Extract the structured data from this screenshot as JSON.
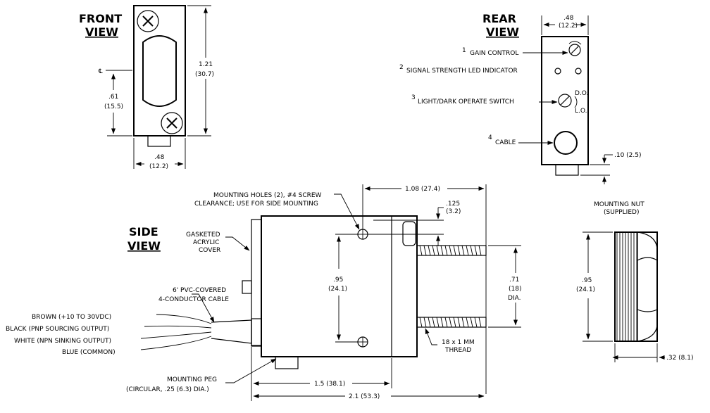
{
  "front_view": {
    "title_line1": "FRONT",
    "title_line2": "VIEW",
    "centerline_symbol": "℄",
    "dim_height": "1.21",
    "dim_height_mm": "(30.7)",
    "dim_center": ".61",
    "dim_center_mm": "(15.5)",
    "dim_width": ".48",
    "dim_width_mm": "(12.2)"
  },
  "rear_view": {
    "title_line1": "REAR",
    "title_line2": "VIEW",
    "dim_width": ".48",
    "dim_width_mm": "(12.2)",
    "callout_1_num": "1",
    "callout_1": "GAIN CONTROL",
    "callout_2_num": "2",
    "callout_2": "SIGNAL STRENGTH LED INDICATOR",
    "callout_3_num": "3",
    "callout_3": "LIGHT/DARK OPERATE SWITCH",
    "callout_4_num": "4",
    "callout_4": "CABLE",
    "switch_do": "D.O.",
    "switch_lo": "L.O.",
    "dim_peg": ".10 (2.5)"
  },
  "side_view": {
    "title_line1": "SIDE",
    "title_line2": "VIEW",
    "mounting_holes_line1": "MOUNTING HOLES (2), #4 SCREW",
    "mounting_holes_line2": "CLEARANCE; USE FOR SIDE MOUNTING",
    "dim_length_body": "1.08 (27.4)",
    "dim_hole_offset": ".125",
    "dim_hole_offset_mm": "(3.2)",
    "gasket_line1": "GASKETED",
    "gasket_line2": "ACRYLIC",
    "gasket_line3": "COVER",
    "dim_hole_spacing": ".95",
    "dim_hole_spacing_mm": "(24.1)",
    "dim_thread_dia": ".71",
    "dim_thread_dia_mm": "(18)",
    "dim_thread_dia_label": "DIA.",
    "cable_line1": "6' PVC-COVERED",
    "cable_line2": "4-CONDUCTOR CABLE",
    "wire_brown": "BROWN (+10 TO 30VDC)",
    "wire_black": "BLACK (PNP SOURCING OUTPUT)",
    "wire_white": "WHITE (NPN SINKING OUTPUT)",
    "wire_blue": "BLUE (COMMON)",
    "thread_line1": "18 x 1 MM",
    "thread_line2": "THREAD",
    "peg_line1": "MOUNTING PEG",
    "peg_line2": "(CIRCULAR, .25 (6.3) DIA.)",
    "dim_length_peg": "1.5 (38.1)",
    "dim_length_total": "2.1 (53.3)"
  },
  "mounting_nut": {
    "title_line1": "MOUNTING NUT",
    "title_line2": "(SUPPLIED)",
    "dim_height": ".95",
    "dim_height_mm": "(24.1)",
    "dim_width": ".32 (8.1)"
  }
}
